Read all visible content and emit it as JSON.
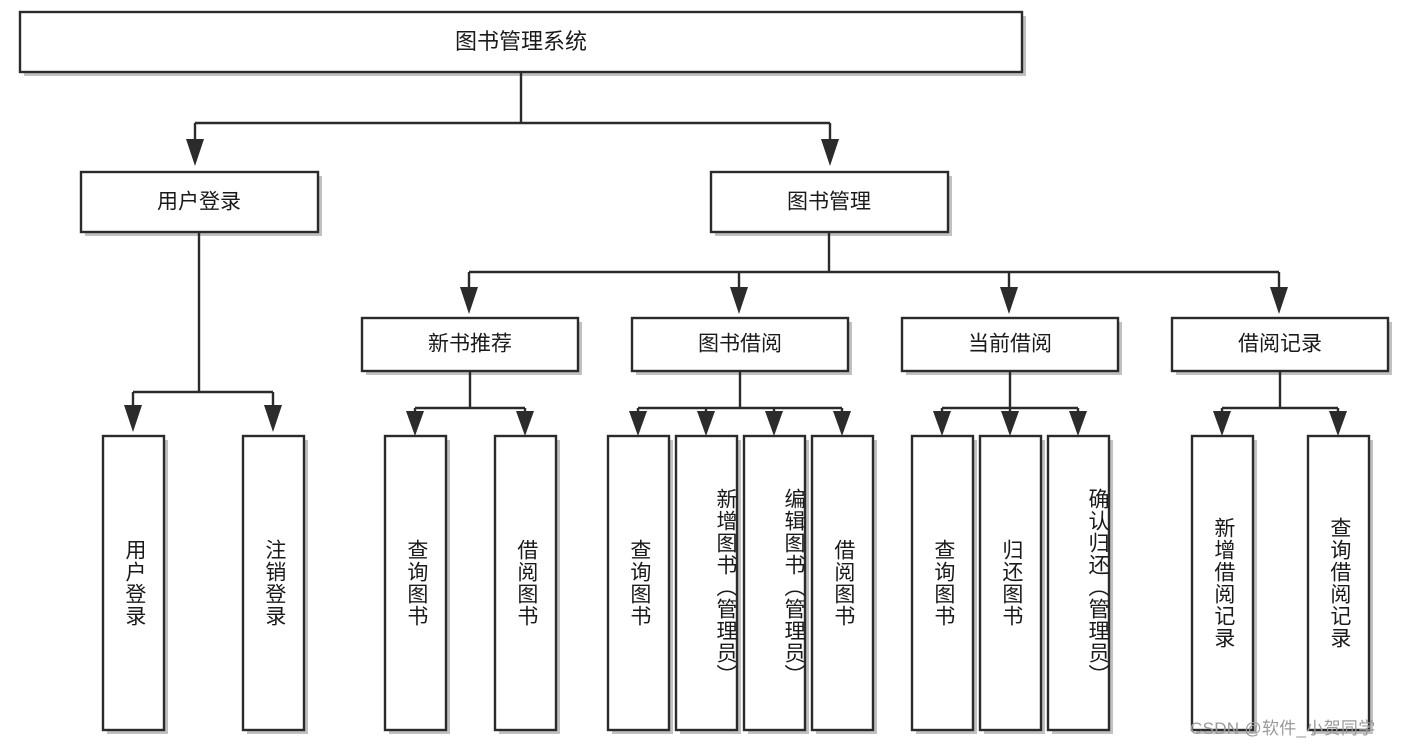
{
  "diagram": {
    "type": "tree-hierarchy",
    "title": "图书管理系统",
    "orientation": "top-down",
    "colors": {
      "box_fill": "#ffffff",
      "box_stroke": "#2b2b2b",
      "shadow": "#b6b6b6",
      "text": "#1a1a1a",
      "watermark": "#9a9a9a",
      "background": "#ffffff"
    },
    "levels": {
      "root": "图书管理系统",
      "level2": [
        "用户登录",
        "图书管理"
      ],
      "level3": [
        "新书推荐",
        "图书借阅",
        "当前借阅",
        "借阅记录"
      ]
    },
    "nodes": {
      "root": {
        "label": "图书管理系统"
      },
      "user_login": {
        "label": "用户登录"
      },
      "book_manage": {
        "label": "图书管理"
      },
      "new_book_rec": {
        "label": "新书推荐"
      },
      "book_borrow": {
        "label": "图书借阅"
      },
      "current_borrow": {
        "label": "当前借阅"
      },
      "borrow_record": {
        "label": "借阅记录"
      }
    },
    "leaves": {
      "user_login": [
        {
          "label": "用户登录"
        },
        {
          "label": "注销登录"
        }
      ],
      "new_book_rec": [
        {
          "label": "查询图书"
        },
        {
          "label": "借阅图书"
        }
      ],
      "book_borrow": [
        {
          "label": "查询图书"
        },
        {
          "label": "新增图书（管理员）"
        },
        {
          "label": "编辑图书（管理员）"
        },
        {
          "label": "借阅图书"
        }
      ],
      "current_borrow": [
        {
          "label": "查询图书"
        },
        {
          "label": "归还图书"
        },
        {
          "label": "确认归还（管理员）"
        }
      ],
      "borrow_record": [
        {
          "label": "新增借阅记录"
        },
        {
          "label": "查询借阅记录"
        }
      ]
    },
    "watermark": "CSDN @软件_小贺同学"
  }
}
